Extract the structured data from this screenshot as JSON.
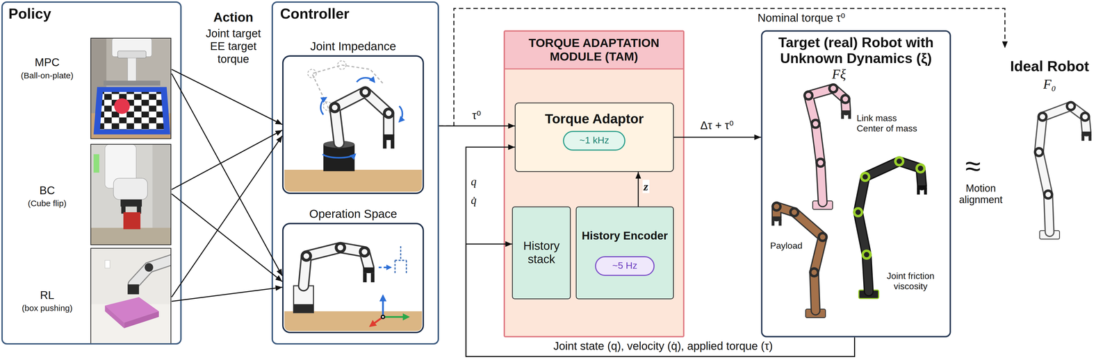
{
  "diagram": {
    "nodes": [
      {
        "text": [
          "Policy"
        ]
      },
      {
        "text": [
          "MPC",
          "(Ball-on-plate)"
        ],
        "in": 0
      },
      {
        "text": [
          "BC",
          "(Cube flip)"
        ],
        "in": 0
      },
      {
        "text": [
          "RL",
          "(box pushing)"
        ],
        "in": 0
      },
      {
        "text": [
          "Controller"
        ]
      },
      {
        "text": [
          "Joint Impedance"
        ],
        "in": 4
      },
      {
        "text": [
          "Operation Space"
        ],
        "in": 4
      },
      {
        "text": [
          "TORQUE ADAPTATION MODULE (TAM)"
        ]
      },
      {
        "text": [
          "Torque Adaptor"
        ],
        "in": 7
      },
      {
        "text": [
          "~1 kHz"
        ],
        "in": 8
      },
      {
        "text": [
          "History stack"
        ],
        "in": 7
      },
      {
        "text": [
          "History Encoder"
        ],
        "in": 7
      },
      {
        "text": [
          "~5 Hz"
        ],
        "in": 11
      },
      {
        "text": [
          "Target (real) Robot with Unknown Dynamics (ξ)",
          "Fξ"
        ]
      },
      {
        "text": [
          "Ideal Robot",
          "F₀"
        ]
      }
    ],
    "edges": [
      {
        "from": 1,
        "to": 5,
        "arrow": "to"
      },
      {
        "from": 1,
        "to": 6,
        "arrow": "to"
      },
      {
        "from": 2,
        "to": 5,
        "arrow": "to"
      },
      {
        "from": 2,
        "to": 6,
        "arrow": "to"
      },
      {
        "from": 3,
        "to": 5,
        "arrow": "to"
      },
      {
        "from": 3,
        "to": 6,
        "arrow": "to"
      },
      {
        "from": 4,
        "to": 8,
        "label": "τ⁰",
        "arrow": "to"
      },
      {
        "from": 4,
        "to": 14,
        "label": "Nominal torque τ⁰",
        "arrow": "to"
      },
      {
        "from": 11,
        "to": 8,
        "label": "z",
        "arrow": "to"
      },
      {
        "from": 8,
        "to": 13,
        "label": "Δτ + τ⁰",
        "arrow": "to"
      },
      {
        "from": 13,
        "to": 8,
        "arrow": "to"
      },
      {
        "from": 13,
        "to": 10,
        "arrow": "to"
      }
    ],
    "labels": [
      "Action",
      "Joint target EE target torque",
      "q",
      "q̇",
      "Joint state (q), velocity (q̇), applied torque (τ)",
      "Link mass Center of mass",
      "Payload",
      "Joint friction viscosity",
      "≈",
      "Motion alignment"
    ]
  }
}
